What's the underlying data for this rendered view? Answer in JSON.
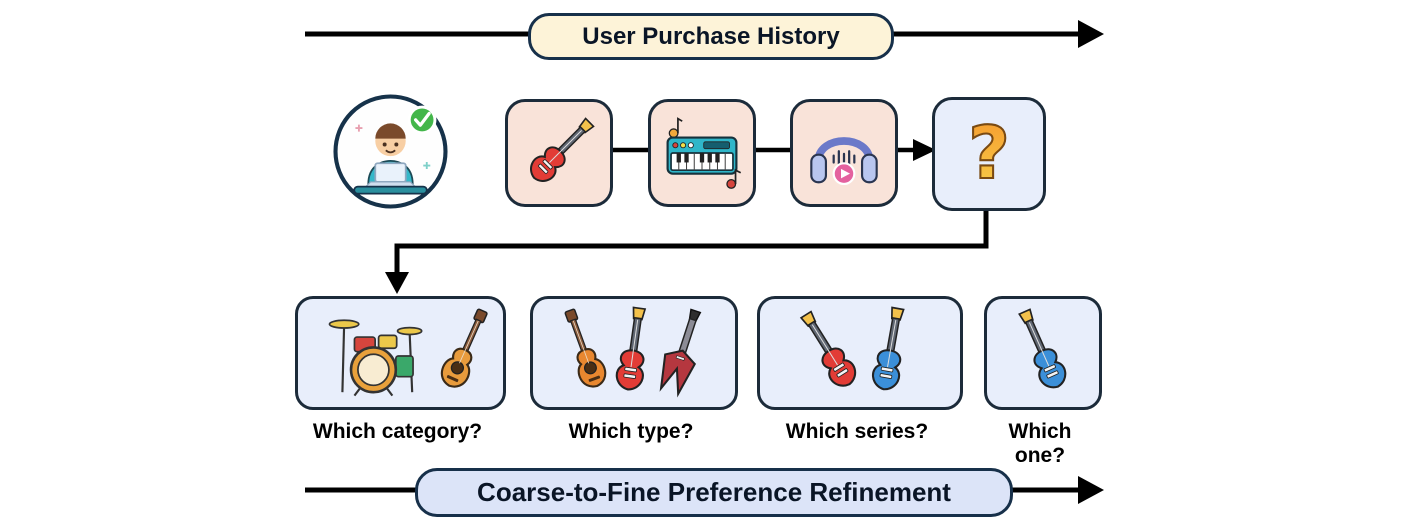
{
  "top_banner": {
    "label": "User Purchase History"
  },
  "bottom_banner": {
    "label": "Coarse-to-Fine Preference Refinement"
  },
  "user": {
    "icon": "user-at-laptop-icon",
    "badge_icon": "green-check-icon"
  },
  "purchase_history_items": [
    {
      "icon": "electric-guitar-icon"
    },
    {
      "icon": "keyboard-synth-icon"
    },
    {
      "icon": "headphones-audio-icon"
    }
  ],
  "question": {
    "glyph": "?"
  },
  "refinement_steps": [
    {
      "label": "Which category?",
      "icons": [
        "drum-kit-icon",
        "acoustic-guitar-icon"
      ]
    },
    {
      "label": "Which type?",
      "icons": [
        "acoustic-guitar-icon",
        "red-electric-guitar-icon",
        "flying-v-guitar-icon"
      ]
    },
    {
      "label": "Which series?",
      "icons": [
        "red-electric-guitar-icon",
        "blue-electric-guitar-icon"
      ]
    },
    {
      "label": "Which one?",
      "icons": [
        "blue-electric-guitar-icon"
      ]
    }
  ],
  "colors": {
    "history_box_bg": "#f9e3d9",
    "option_box_bg": "#e8eefb",
    "top_banner_bg": "#fdf3d8",
    "bottom_banner_bg": "#dce4f8",
    "border": "#17304a",
    "arrow": "#000000",
    "red_guitar": "#e23c36",
    "blue_guitar": "#3b8fd8",
    "acoustic_guitar": "#e89b3c"
  }
}
